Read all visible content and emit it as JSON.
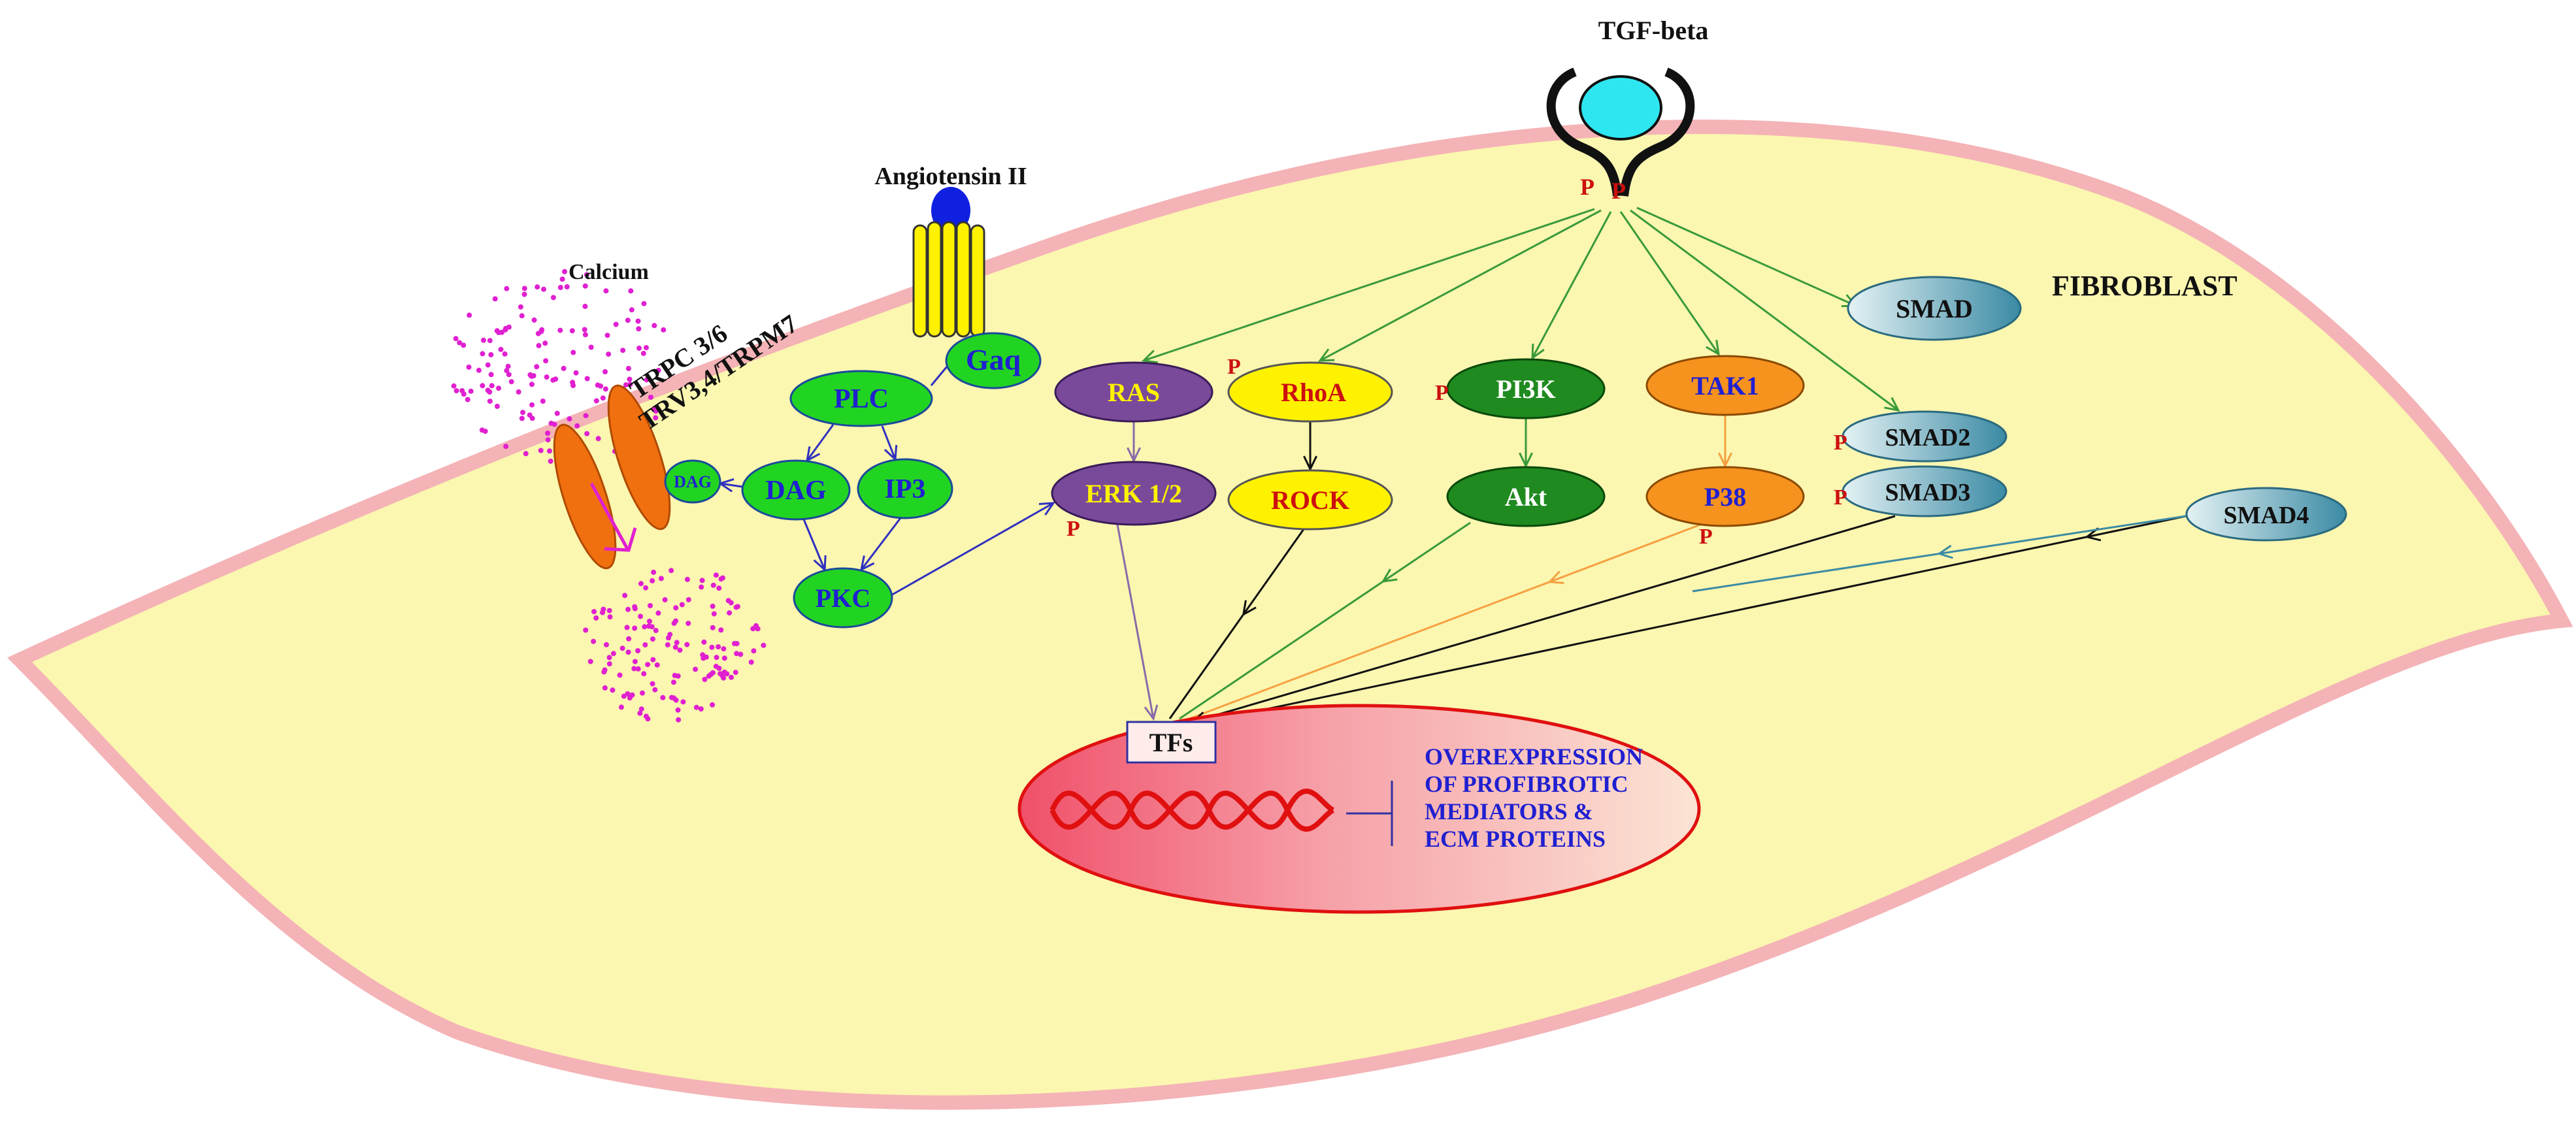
{
  "labels": {
    "tgf_beta": "TGF-beta",
    "angiotensin": "Angiotensin II",
    "calcium": "Calcium",
    "channel_line1": "TRPC 3/6",
    "channel_line2": "TRV3,4/TRPM7",
    "fibroblast": "FIBROBLAST",
    "receptor_p1": "P",
    "receptor_p2": "P",
    "phospho": "P",
    "tfs": "TFs",
    "outcome": [
      "OVEREXPRESSION",
      "OF PROFIBROTIC",
      "MEDIATORS &",
      "ECM PROTEINS"
    ]
  },
  "nodes": {
    "gaq": "Gaq",
    "plc": "PLC",
    "dag_small": "DAG",
    "dag": "DAG",
    "ip3": "IP3",
    "pkc": "PKC",
    "ras": "RAS",
    "erk": "ERK 1/2",
    "rhoa": "RhoA",
    "rock": "ROCK",
    "pi3k": "PI3K",
    "akt": "Akt",
    "tak1": "TAK1",
    "p38": "P38",
    "smad": "SMAD",
    "smad2": "SMAD2",
    "smad3": "SMAD3",
    "smad4": "SMAD4"
  },
  "colors": {
    "cell_fill": "#fbf6b0",
    "cell_border": "#f4b3b6",
    "green_node": "#22d422",
    "purple_node": "#7a4a9a",
    "yellow_node": "#fff200",
    "dark_green_node": "#1f8a1f",
    "orange_node": "#f6921e",
    "smad_node": "#7fb3c4",
    "nucleus_fill": "#f26a7a",
    "calcium": "#e020d0",
    "channel": "#f07010",
    "receptor_cap": "#2ee6f0",
    "angiotensin": "#1020e0",
    "text_blue": "#2020d0",
    "text_red": "#cc1010",
    "text_yellow": "#fff200"
  }
}
